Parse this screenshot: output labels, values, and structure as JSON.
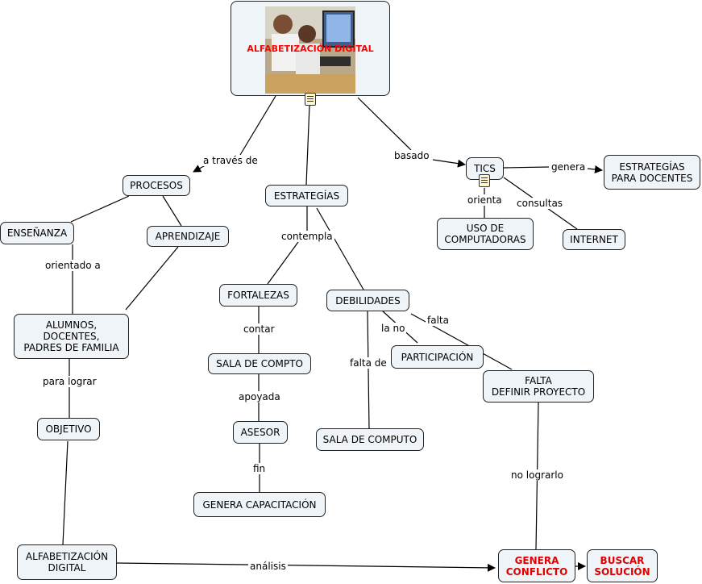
{
  "root": {
    "title": "ALFABETIZACIÓN DIGITAL",
    "photo": "two-children-at-computer-photo"
  },
  "nodes": {
    "procesos": "PROCESOS",
    "estrategias": "ESTRATEGÍAS",
    "tics": "TICS",
    "estrategias_docentes": "ESTRATEGÍAS\nPARA DOCENTES",
    "ensenanza": "ENSEÑANZA",
    "aprendizaje": "APRENDIZAJE",
    "uso_computadoras": "USO DE\nCOMPUTADORAS",
    "internet": "INTERNET",
    "alumnos": "ALUMNOS,\nDOCENTES,\nPADRES DE FAMILIA",
    "fortalezas": "FORTALEZAS",
    "debilidades": "DEBILIDADES",
    "sala_compto": "SALA DE COMPTO",
    "participacion": "PARTICIPACIÓN",
    "falta_definir": "FALTA\nDEFINIR PROYECTO",
    "objetivo": "OBJETIVO",
    "asesor": "ASESOR",
    "sala_computo": "SALA DE COMPUTO",
    "genera_capacitacion": "GENERA CAPACITACIÓN",
    "alfabetizacion": "ALFABETIZACIÓN\nDIGITAL",
    "genera_conflicto": "GENERA\nCONFLICTO",
    "buscar_solucion": "BUSCAR\nSOLUCIÓN"
  },
  "links": {
    "a_traves_de": "a través de",
    "basado": "basado",
    "genera": "genera",
    "orienta": "orienta",
    "consultas": "consultas",
    "contempla": "contempla",
    "orientado_a": "orientado a",
    "contar": "contar",
    "la_no": "la no",
    "falta": "falta",
    "falta_de": "falta de",
    "apoyada": "apoyada",
    "para_lograr": "para lograr",
    "fin": "fin",
    "no_lograrlo": "no lograrlo",
    "analisis": "análisis"
  },
  "colors": {
    "node_fill": "#eef4f7",
    "highlight_text": "#e00000",
    "line": "#000000"
  }
}
